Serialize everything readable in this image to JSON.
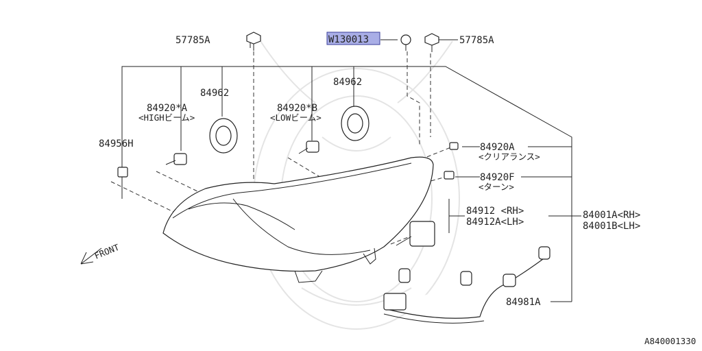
{
  "highlight_color": "#a9aee6",
  "labels": {
    "top_left_bolt": "57785A",
    "top_right_bolt": "57785A",
    "highlighted_clip": "W130013",
    "high_beam_bulb_part": "84920*A",
    "high_beam_bulb_note": "<HIGHビーム>",
    "high_beam_seal": "84962",
    "low_beam_bulb_part": "84920*B",
    "low_beam_bulb_note": "<LOWビーム>",
    "low_beam_seal": "84962",
    "side_bulb_part": "84956H",
    "clearance_bulb_part": "84920A",
    "clearance_bulb_note": "<クリアランス>",
    "turn_bulb_part": "84920F",
    "turn_bulb_note": "<ターン>",
    "module_rh": "84912  <RH>",
    "module_lh": "84912A<LH>",
    "assembly_rh": "84001A<RH>",
    "assembly_lh": "84001B<LH>",
    "harness": "84981A",
    "front_arrow": "FRONT",
    "diagram_code": "A840001330"
  },
  "icons": [
    "bolt-icon",
    "clip-icon",
    "bulb-icon",
    "seal-ring-icon",
    "front-arrow-icon"
  ]
}
